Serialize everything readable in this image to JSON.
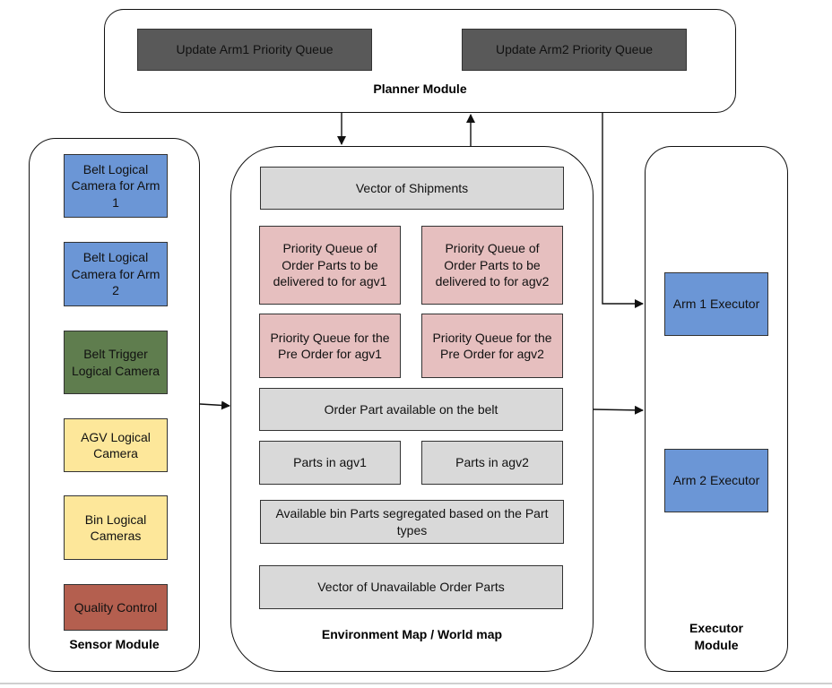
{
  "planner": {
    "label": "Planner Module",
    "update_arm1": "Update Arm1 Priority Queue",
    "update_arm2": "Update Arm2 Priority Queue"
  },
  "sensor": {
    "label": "Sensor Module",
    "belt_cam_arm1": "Belt Logical Camera for Arm 1",
    "belt_cam_arm2": "Belt Logical Camera for Arm 2",
    "belt_trigger": "Belt Trigger Logical Camera",
    "agv_camera": "AGV Logical Camera",
    "bin_cameras": "Bin Logical Cameras",
    "quality_control": "Quality Control"
  },
  "environment": {
    "label": "Environment Map / World map",
    "vector_shipments": "Vector of Shipments",
    "pq_order_agv1": "Priority Queue of Order Parts to be delivered to for agv1",
    "pq_order_agv2": "Priority Queue of Order Parts to be delivered to for agv2",
    "pq_preorder_agv1": "Priority Queue for the Pre Order for agv1",
    "pq_preorder_agv2": "Priority Queue for the Pre Order for agv2",
    "order_part_belt": "Order Part available on the belt",
    "parts_agv1": "Parts in agv1",
    "parts_agv2": "Parts in agv2",
    "bin_parts": "Available bin Parts segregated based on the Part types",
    "unavailable_parts": "Vector of Unavailable Order Parts"
  },
  "executor": {
    "label": "Executor Module",
    "arm1": "Arm 1 Executor",
    "arm2": "Arm 2 Executor"
  },
  "colors": {
    "gray": "#d9d9d9",
    "dark_gray": "#595959",
    "pink": "#e6bfbf",
    "blue": "#6b96d6",
    "green": "#5f7d4e",
    "yellow": "#fde79a",
    "red": "#b45f4f"
  }
}
